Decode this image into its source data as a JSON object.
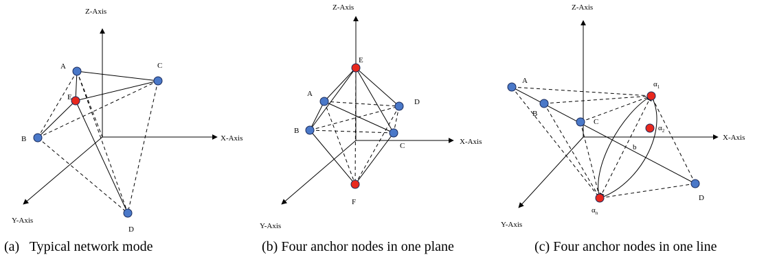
{
  "diagrams": [
    {
      "caption": "(a)   Typical network mode",
      "axes": {
        "z": "Z-Axis",
        "x": "X-Axis",
        "y": "Y-Axis"
      },
      "nodes": [
        {
          "id": "A",
          "label": "A",
          "role": "anchor"
        },
        {
          "id": "B",
          "label": "B",
          "role": "anchor"
        },
        {
          "id": "C",
          "label": "C",
          "role": "anchor"
        },
        {
          "id": "D",
          "label": "D",
          "role": "anchor"
        },
        {
          "id": "E",
          "label": "E",
          "role": "unknown"
        }
      ]
    },
    {
      "caption": "(b) Four anchor nodes in one plane",
      "axes": {
        "z": "Z-Axis",
        "x": "X-Axis",
        "y": "Y-Axis"
      },
      "nodes": [
        {
          "id": "A",
          "label": "A",
          "role": "anchor"
        },
        {
          "id": "B",
          "label": "B",
          "role": "anchor"
        },
        {
          "id": "C",
          "label": "C",
          "role": "anchor"
        },
        {
          "id": "D",
          "label": "D",
          "role": "anchor"
        },
        {
          "id": "E",
          "label": "E",
          "role": "unknown"
        },
        {
          "id": "F",
          "label": "F",
          "role": "unknown"
        }
      ]
    },
    {
      "caption": "(c) Four anchor nodes in one line",
      "axes": {
        "z": "Z-Axis",
        "x": "X-Axis",
        "y": "Y-Axis"
      },
      "nodes": [
        {
          "id": "A",
          "label": "A",
          "role": "anchor"
        },
        {
          "id": "B",
          "label": "B",
          "role": "anchor"
        },
        {
          "id": "C",
          "label": "C",
          "role": "anchor"
        },
        {
          "id": "D",
          "label": "D",
          "role": "anchor"
        },
        {
          "id": "a1",
          "label": "α",
          "sub": "1",
          "role": "unknown"
        },
        {
          "id": "a2",
          "label": "α",
          "sub": "2",
          "role": "unknown"
        },
        {
          "id": "an",
          "label": "α",
          "sub": "n",
          "role": "unknown"
        }
      ],
      "extra_labels": {
        "b": "b"
      }
    }
  ],
  "colors": {
    "anchor": "#4a78c8",
    "unknown": "#e8281e",
    "outline": "#1a2a5a",
    "line": "#000000"
  }
}
